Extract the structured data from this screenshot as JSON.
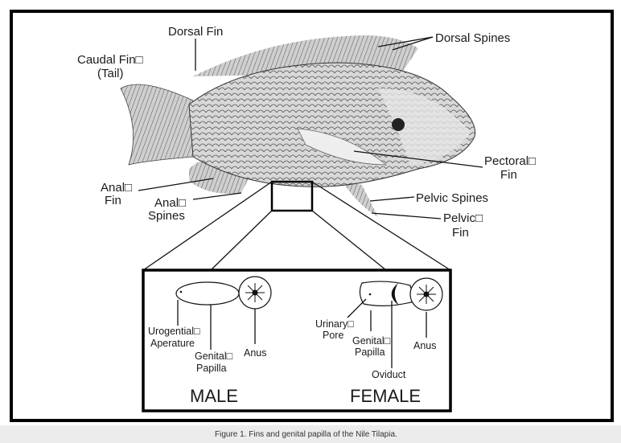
{
  "labels": {
    "dorsal_fin": "Dorsal Fin",
    "dorsal_spines": "Dorsal Spines",
    "caudal_fin_1": "Caudal Fin□",
    "caudal_fin_2": "(Tail)",
    "pectoral_fin_1": "Pectoral□",
    "pectoral_fin_2": "Fin",
    "anal_fin_1": "Anal□",
    "anal_fin_2": "Fin",
    "anal_spines_1": "Anal□",
    "anal_spines_2": "Spines",
    "pelvic_spines": "Pelvic Spines",
    "pelvic_fin_1": "Pelvic□",
    "pelvic_fin_2": "Fin"
  },
  "inset": {
    "male": {
      "title": "MALE",
      "urogential_1": "Urogential□",
      "urogential_2": "Aperature",
      "genital_1": "Genital□",
      "genital_2": "Papilla",
      "anus": "Anus"
    },
    "female": {
      "title": "FEMALE",
      "urinary_1": "Urinary□",
      "urinary_2": "Pore",
      "genital_1": "Genital□",
      "genital_2": "Papilla",
      "oviduct": "Oviduct",
      "anus": "Anus"
    }
  },
  "caption": "Figure 1. Fins and genital papilla of the Nile Tilapia."
}
